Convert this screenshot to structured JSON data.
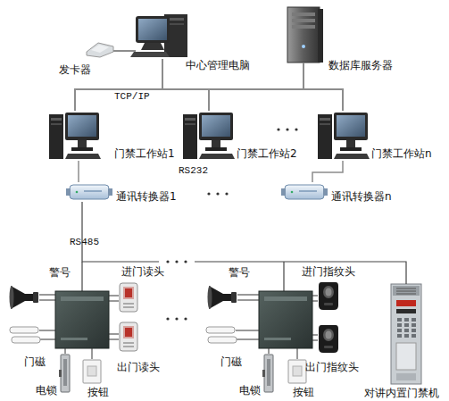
{
  "diagram": {
    "nodes": [
      {
        "text": [
          "发卡器"
        ]
      },
      {
        "text": [
          "中心管理电脑"
        ]
      },
      {
        "text": [
          "数据库服务器"
        ]
      },
      {
        "text": [
          "门禁工作站1"
        ]
      },
      {
        "text": [
          "门禁工作站2"
        ]
      },
      {
        "text": [
          "门禁工作站n"
        ]
      },
      {
        "text": [
          "通讯转换器1"
        ]
      },
      {
        "text": [
          "通讯转换器n"
        ]
      },
      {
        "text": [
          "警号"
        ]
      },
      {
        "text": [
          "进门读头"
        ]
      },
      {
        "text": [
          "门磁"
        ]
      },
      {
        "text": [
          "出门读头"
        ]
      },
      {
        "text": [
          "电锁"
        ]
      },
      {
        "text": [
          "按钮"
        ]
      },
      {
        "text": [
          "警号"
        ]
      },
      {
        "text": [
          "进门指纹头"
        ]
      },
      {
        "text": [
          "门磁"
        ]
      },
      {
        "text": [
          "出门指纹头"
        ]
      },
      {
        "text": [
          "电锁"
        ]
      },
      {
        "text": [
          "按钮"
        ]
      },
      {
        "text": [
          "对讲内置门禁机"
        ]
      }
    ],
    "edges": [
      {
        "from": 0,
        "to": 1,
        "arrow": "none"
      },
      {
        "from": 1,
        "to": 2,
        "arrow": "none"
      },
      {
        "from": 1,
        "to": 3,
        "arrow": "none"
      },
      {
        "from": 1,
        "to": 4,
        "arrow": "none"
      },
      {
        "from": 1,
        "to": 5,
        "arrow": "none"
      },
      {
        "from": 3,
        "to": 6,
        "arrow": "none"
      },
      {
        "from": 5,
        "to": 7,
        "arrow": "none"
      },
      {
        "from": 6,
        "to": 20,
        "arrow": "none"
      }
    ],
    "labels": [
      "TCP/IP",
      "RS232",
      "RS485"
    ]
  }
}
